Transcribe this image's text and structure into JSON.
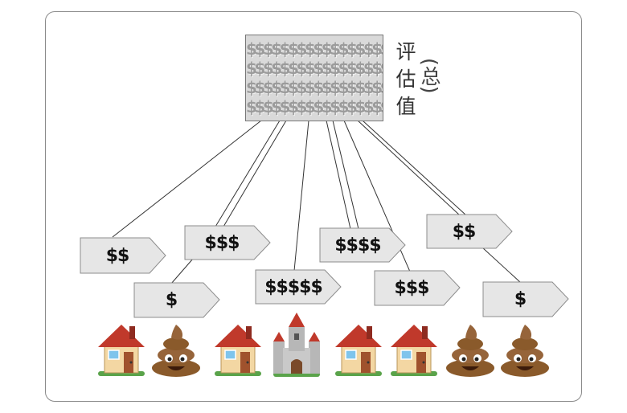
{
  "total": {
    "pattern_rows": [
      "$$$$$$$$$$$$$$$$$$$$$$",
      "$$$$$$$$$$$$$$$$$$$$$$",
      "$$$$$$$$$$$$$$$$$$$$$$",
      "$$$$$$$$$$$$$$$$$$$$$$"
    ],
    "label_chars": [
      "评",
      "估",
      "值"
    ],
    "label_paren": "(总)"
  },
  "tags": [
    {
      "text": "$$"
    },
    {
      "text": "$$$"
    },
    {
      "text": "$"
    },
    {
      "text": "$$$$$"
    },
    {
      "text": "$$$$"
    },
    {
      "text": "$$$"
    },
    {
      "text": "$$"
    },
    {
      "text": "$"
    }
  ],
  "items": [
    {
      "icon": "house-icon"
    },
    {
      "icon": "poop-icon"
    },
    {
      "icon": "house-icon"
    },
    {
      "icon": "castle-icon"
    },
    {
      "icon": "house-icon"
    },
    {
      "icon": "house-icon"
    },
    {
      "icon": "poop-icon"
    },
    {
      "icon": "poop-icon"
    }
  ],
  "colors": {
    "tag_fill": "#e6e6e6",
    "tag_border": "#8c8c8c",
    "house_roof": "#c0392b",
    "house_wall": "#f3d7a3",
    "poop": "#8a5a2b",
    "castle_stone": "#b7b7b7"
  }
}
